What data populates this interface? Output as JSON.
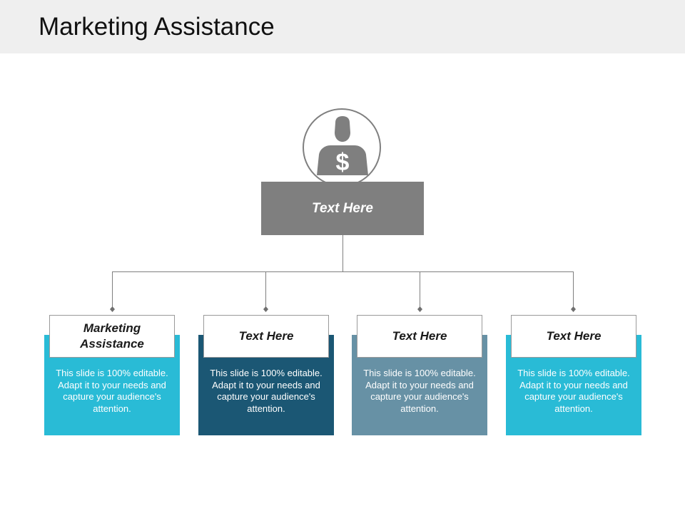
{
  "title": "Marketing Assistance",
  "top_node": {
    "label": "Text Here",
    "icon": "person-dollar-icon",
    "icon_symbol": "$"
  },
  "cards": [
    {
      "header": "Marketing Assistance",
      "body": "This slide is 100% editable. Adapt it to your needs and capture your audience's attention.",
      "color": "#29bbd6"
    },
    {
      "header": "Text Here",
      "body": "This slide is 100% editable. Adapt it to your needs and capture your audience's attention.",
      "color": "#1b5774"
    },
    {
      "header": "Text Here",
      "body": "This slide is 100% editable. Adapt it to your needs and capture your audience's attention.",
      "color": "#6791a5"
    },
    {
      "header": "Text Here",
      "body": "This slide is 100% editable. Adapt it to your needs and capture your audience's attention.",
      "color": "#29bbd6"
    }
  ],
  "colors": {
    "title_bar": "#efefef",
    "top_box": "#7f7f7f",
    "icon": "#7f7f7f",
    "connector": "#7f7f7f"
  }
}
